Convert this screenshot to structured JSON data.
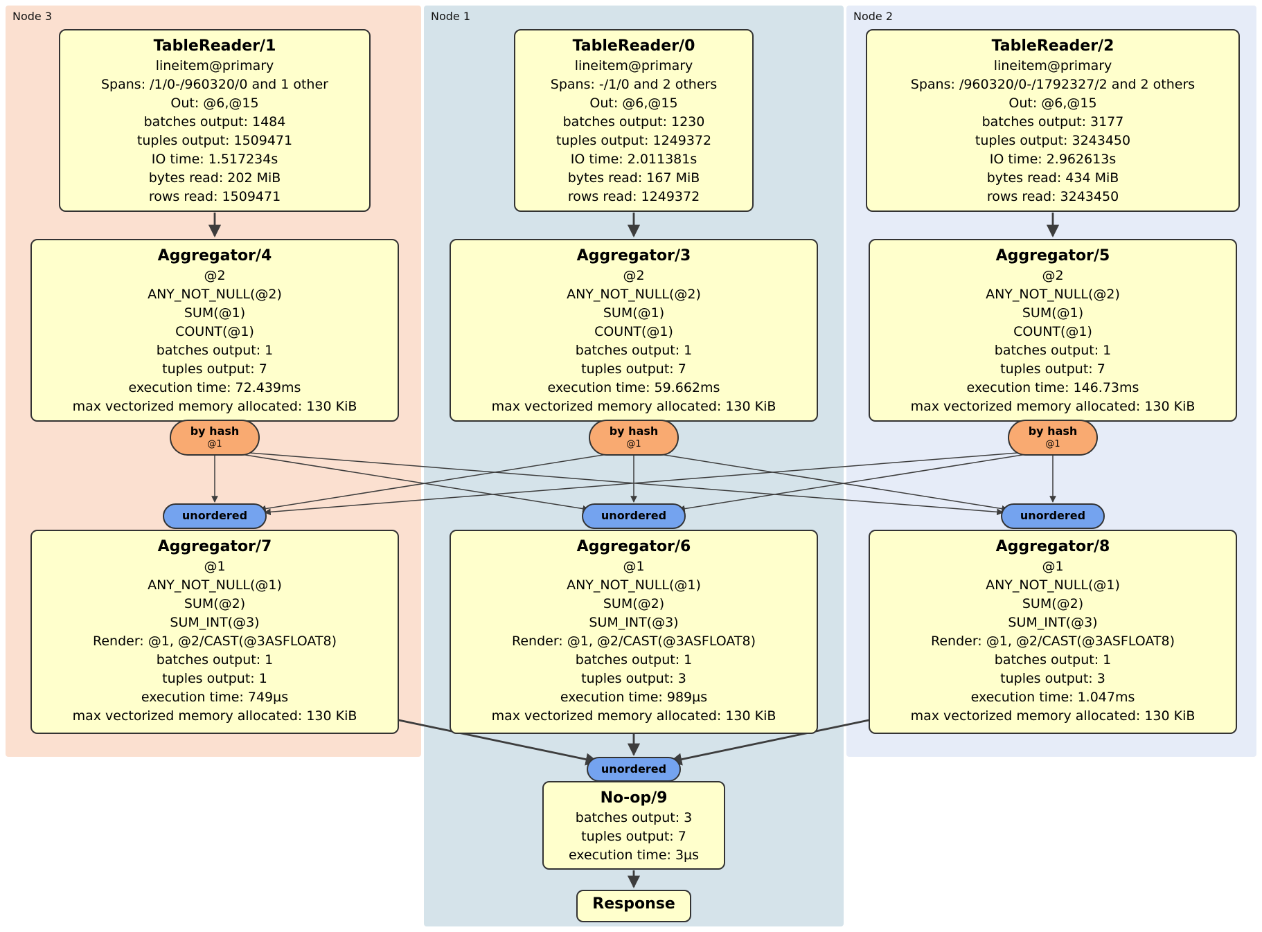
{
  "groups": [
    {
      "label": "Node 3"
    },
    {
      "label": "Node 1"
    },
    {
      "label": "Node 2"
    }
  ],
  "boxes": {
    "tr1": {
      "title": "TableReader/1",
      "lines": [
        "lineitem@primary",
        "Spans: /1/0-/960320/0 and 1 other",
        "Out: @6,@15",
        "batches output: 1484",
        "tuples output: 1509471",
        "IO time: 1.517234s",
        "bytes read: 202 MiB",
        "rows read: 1509471"
      ]
    },
    "tr0": {
      "title": "TableReader/0",
      "lines": [
        "lineitem@primary",
        "Spans: -/1/0 and 2 others",
        "Out: @6,@15",
        "batches output: 1230",
        "tuples output: 1249372",
        "IO time: 2.011381s",
        "bytes read: 167 MiB",
        "rows read: 1249372"
      ]
    },
    "tr2": {
      "title": "TableReader/2",
      "lines": [
        "lineitem@primary",
        "Spans: /960320/0-/1792327/2 and 2 others",
        "Out: @6,@15",
        "batches output: 3177",
        "tuples output: 3243450",
        "IO time: 2.962613s",
        "bytes read: 434 MiB",
        "rows read: 3243450"
      ]
    },
    "agg4": {
      "title": "Aggregator/4",
      "lines": [
        "@2",
        "ANY_NOT_NULL(@2)",
        "SUM(@1)",
        "COUNT(@1)",
        "batches output: 1",
        "tuples output: 7",
        "execution time: 72.439ms",
        "max vectorized memory allocated: 130 KiB"
      ]
    },
    "agg3": {
      "title": "Aggregator/3",
      "lines": [
        "@2",
        "ANY_NOT_NULL(@2)",
        "SUM(@1)",
        "COUNT(@1)",
        "batches output: 1",
        "tuples output: 7",
        "execution time: 59.662ms",
        "max vectorized memory allocated: 130 KiB"
      ]
    },
    "agg5": {
      "title": "Aggregator/5",
      "lines": [
        "@2",
        "ANY_NOT_NULL(@2)",
        "SUM(@1)",
        "COUNT(@1)",
        "batches output: 1",
        "tuples output: 7",
        "execution time: 146.73ms",
        "max vectorized memory allocated: 130 KiB"
      ]
    },
    "agg7": {
      "title": "Aggregator/7",
      "lines": [
        "@1",
        "ANY_NOT_NULL(@1)",
        "SUM(@2)",
        "SUM_INT(@3)",
        "Render: @1, @2/CAST(@3ASFLOAT8)",
        "batches output: 1",
        "tuples output: 1",
        "execution time: 749µs",
        "max vectorized memory allocated: 130 KiB"
      ]
    },
    "agg6": {
      "title": "Aggregator/6",
      "lines": [
        "@1",
        "ANY_NOT_NULL(@1)",
        "SUM(@2)",
        "SUM_INT(@3)",
        "Render: @1, @2/CAST(@3ASFLOAT8)",
        "batches output: 1",
        "tuples output: 3",
        "execution time: 989µs",
        "max vectorized memory allocated: 130 KiB"
      ]
    },
    "agg8": {
      "title": "Aggregator/8",
      "lines": [
        "@1",
        "ANY_NOT_NULL(@1)",
        "SUM(@2)",
        "SUM_INT(@3)",
        "Render: @1, @2/CAST(@3ASFLOAT8)",
        "batches output: 1",
        "tuples output: 3",
        "execution time: 1.047ms",
        "max vectorized memory allocated: 130 KiB"
      ]
    },
    "noop9": {
      "title": "No-op/9",
      "lines": [
        "batches output: 3",
        "tuples output: 7",
        "execution time: 3µs"
      ]
    },
    "response": {
      "title": "Response"
    }
  },
  "routers": {
    "by_hash_label": "by hash",
    "by_hash_detail": "@1",
    "unordered_label": "unordered"
  },
  "colors": {
    "node3_bg": "#fbe0d0",
    "node1_bg": "#d5e3ea",
    "node2_bg": "#e6ecf8",
    "box_bg": "#ffffcc",
    "box_border": "#333333",
    "by_hash_bg": "#f9aa71",
    "unordered_bg": "#74a3ef",
    "edge": "#3d3d3d"
  }
}
